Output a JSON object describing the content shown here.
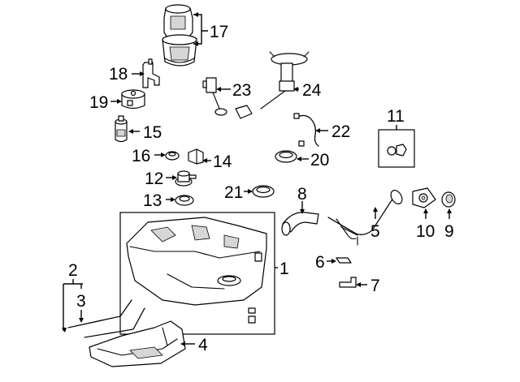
{
  "callouts": {
    "c1": "1",
    "c2": "2",
    "c3": "3",
    "c4": "4",
    "c5": "5",
    "c6": "6",
    "c7": "7",
    "c8": "8",
    "c9": "9",
    "c10": "10",
    "c11": "11",
    "c12": "12",
    "c13": "13",
    "c14": "14",
    "c15": "15",
    "c16": "16",
    "c17": "17",
    "c18": "18",
    "c19": "19",
    "c20": "20",
    "c21": "21",
    "c22": "22",
    "c23": "23",
    "c24": "24"
  },
  "colors": {
    "ink": "#000000",
    "paper": "#ffffff",
    "shade": "#d6d6d6"
  }
}
